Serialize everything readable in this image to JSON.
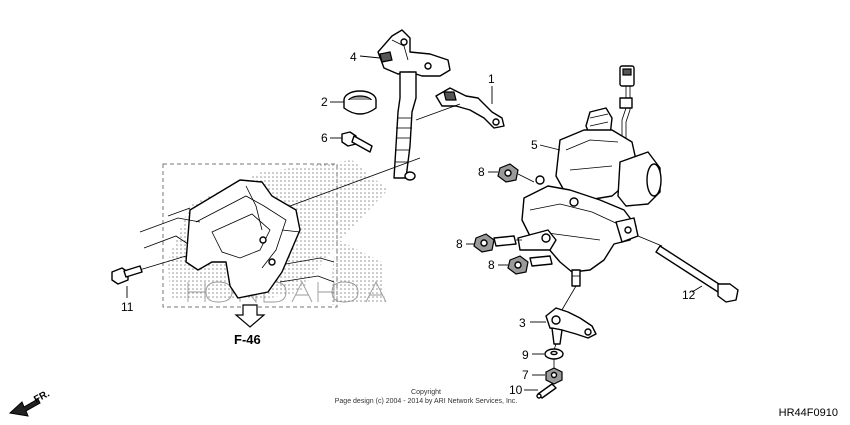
{
  "callouts": {
    "c1": "1",
    "c2": "2",
    "c3": "3",
    "c4": "4",
    "c5": "5",
    "c6": "6",
    "c7": "7",
    "c8a": "8",
    "c8b": "8",
    "c8c": "8",
    "c9": "9",
    "c10": "10",
    "c11": "11",
    "c12": "12"
  },
  "reference": {
    "label": "F-46"
  },
  "copyright": {
    "line1": "Copyright",
    "line2": "Page design (c) 2004 - 2014 by ARI Network Services, Inc."
  },
  "figure_id": "HR44F0910",
  "direction": {
    "label": "FR."
  },
  "colors": {
    "line": "#000000",
    "halftone": "#9a9a9a",
    "background": "#ffffff"
  }
}
